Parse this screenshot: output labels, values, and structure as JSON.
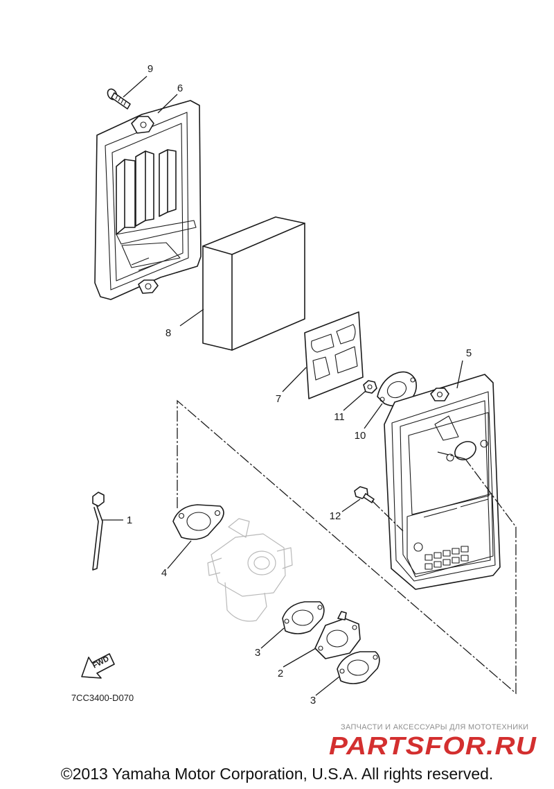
{
  "callouts": {
    "part_1": "1",
    "part_2": "2",
    "part_3a": "3",
    "part_3b": "3",
    "part_4": "4",
    "part_5": "5",
    "part_6": "6",
    "part_7": "7",
    "part_8": "8",
    "part_9": "9",
    "part_10": "10",
    "part_11": "11",
    "part_12": "12"
  },
  "diagram_code": "7CC3400-D070",
  "fwd_label": "FWD",
  "watermark": {
    "caption": "ЗАПЧАСТИ И АКСЕССУАРЫ ДЛЯ МОТОТЕХНИКИ",
    "logo_text": "PARTSFOR.RU",
    "color": "#d32f2f"
  },
  "copyright": "©2013 Yamaha Motor Corporation, U.S.A. All rights reserved."
}
